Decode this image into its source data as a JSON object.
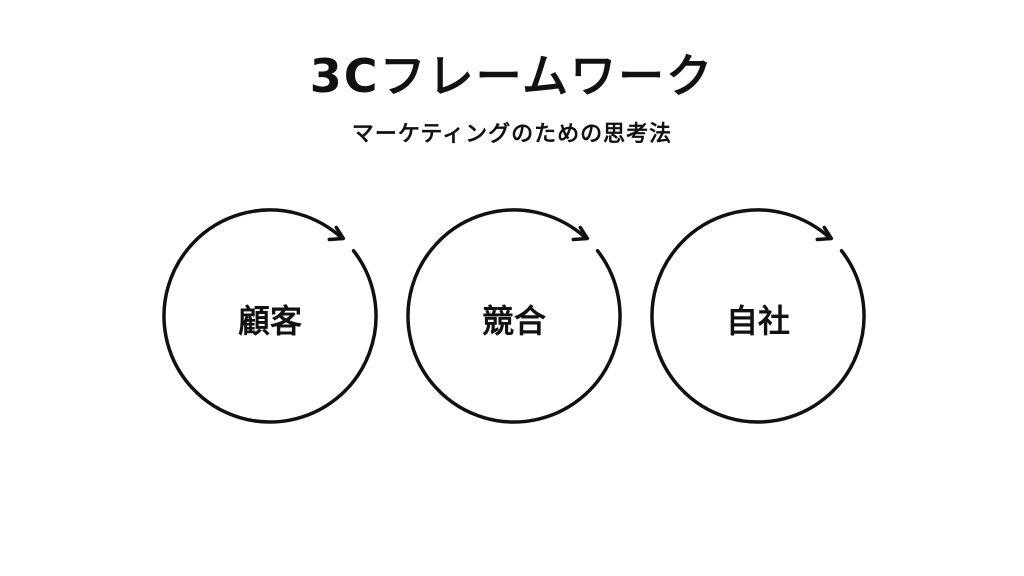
{
  "title": "3Cフレームワーク",
  "subtitle": "マーケティングのための思考法",
  "circles": [
    {
      "label": "顧客"
    },
    {
      "label": "競合"
    },
    {
      "label": "自社"
    }
  ],
  "stroke_color": "#111111"
}
